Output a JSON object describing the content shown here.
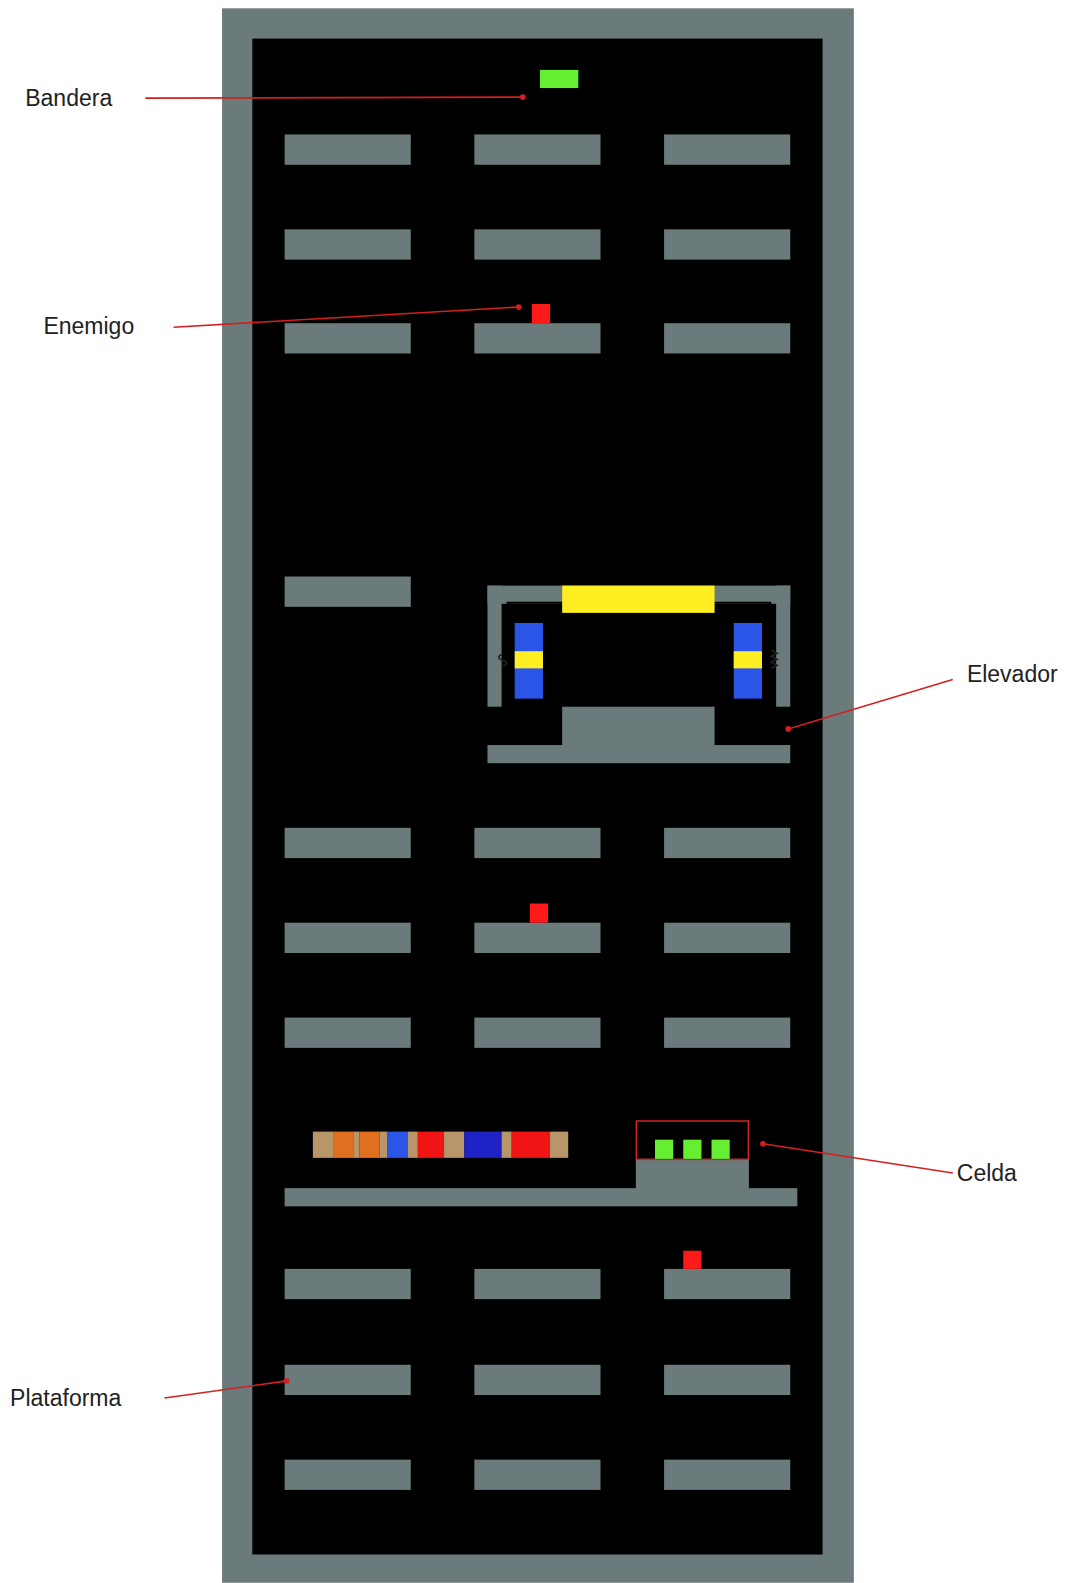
{
  "diagram": {
    "labels": [
      "Bandera",
      "Enemigo",
      "Elevador",
      "Celda",
      "Plataforma"
    ]
  }
}
